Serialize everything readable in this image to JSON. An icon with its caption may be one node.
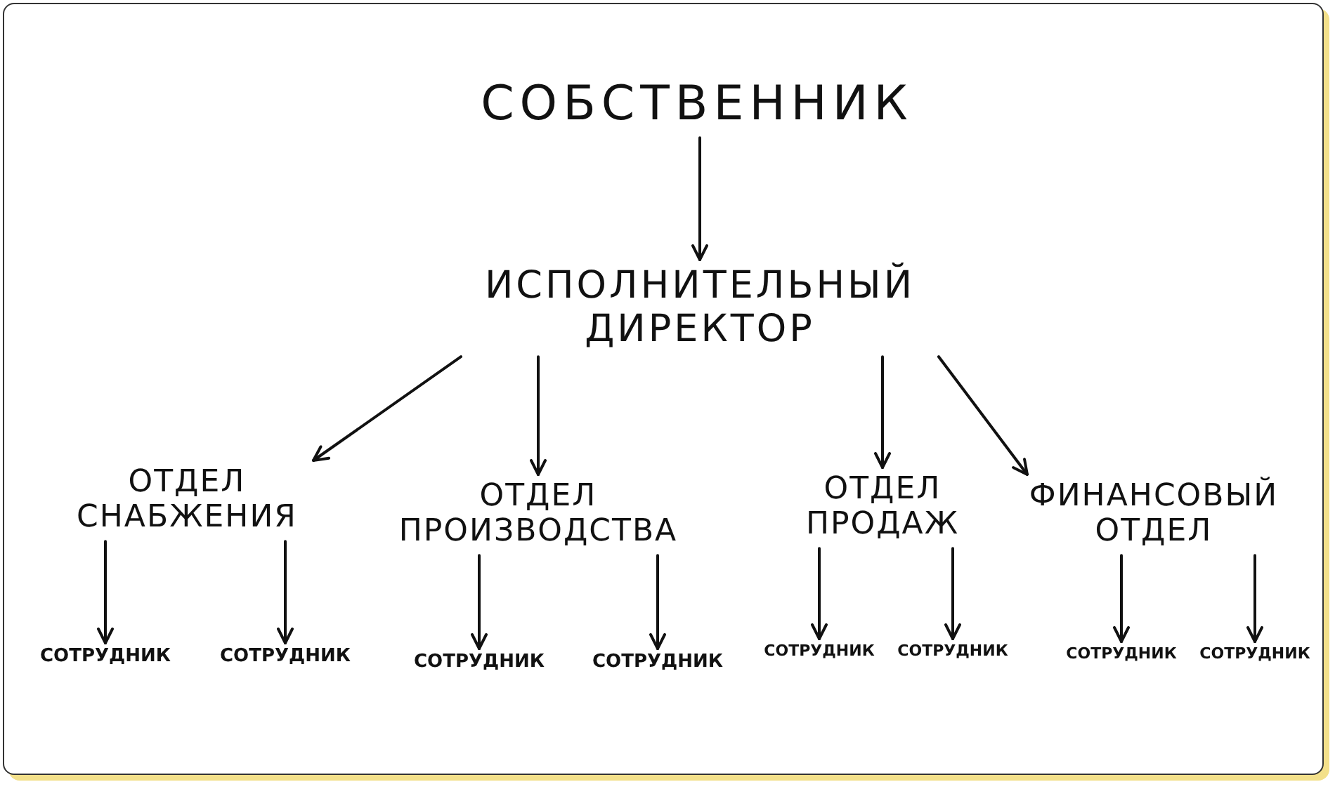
{
  "diagram": {
    "nodes": [
      {
        "text": [
          "СОБСТВЕННИК"
        ]
      },
      {
        "text": [
          "ИСПОЛНИТЕЛЬНЫЙ ДИРЕКТОР"
        ]
      },
      {
        "text": [
          "ОТДЕЛ СНАБЖЕНИЯ"
        ]
      },
      {
        "text": [
          "ОТДЕЛ ПРОИЗВОДСТВА"
        ]
      },
      {
        "text": [
          "ОТДЕЛ ПРОДАЖ"
        ]
      },
      {
        "text": [
          "ФИНАНСОВЫЙ ОТДЕЛ"
        ]
      },
      {
        "text": [
          "СОТРУДНИК"
        ]
      },
      {
        "text": [
          "СОТРУДНИК"
        ]
      },
      {
        "text": [
          "СОТРУДНИК"
        ]
      },
      {
        "text": [
          "СОТРУДНИК"
        ]
      },
      {
        "text": [
          "СОТРУДНИК"
        ]
      },
      {
        "text": [
          "СОТРУДНИК"
        ]
      },
      {
        "text": [
          "СОТРУДНИК"
        ]
      },
      {
        "text": [
          "СОТРУДНИК"
        ]
      }
    ],
    "edges": [
      {
        "from": 0,
        "to": 1,
        "arrow": "to"
      },
      {
        "from": 1,
        "to": 2,
        "arrow": "to"
      },
      {
        "from": 1,
        "to": 3,
        "arrow": "to"
      },
      {
        "from": 1,
        "to": 4,
        "arrow": "to"
      },
      {
        "from": 1,
        "to": 5,
        "arrow": "to"
      },
      {
        "from": 2,
        "to": 6,
        "arrow": "to"
      },
      {
        "from": 2,
        "to": 7,
        "arrow": "to"
      },
      {
        "from": 3,
        "to": 8,
        "arrow": "to"
      },
      {
        "from": 3,
        "to": 9,
        "arrow": "to"
      },
      {
        "from": 4,
        "to": 10,
        "arrow": "to"
      },
      {
        "from": 4,
        "to": 11,
        "arrow": "to"
      },
      {
        "from": 5,
        "to": 12,
        "arrow": "to"
      },
      {
        "from": 5,
        "to": 13,
        "arrow": "to"
      }
    ]
  }
}
